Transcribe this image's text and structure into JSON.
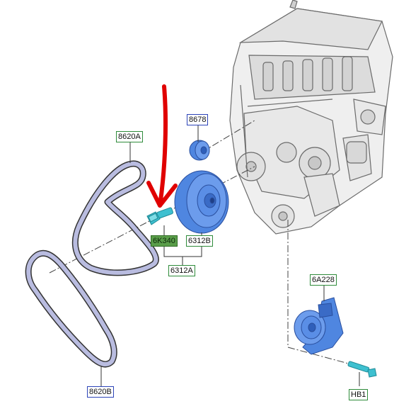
{
  "labels": {
    "belt_a": "8620A",
    "belt_b": "8620B",
    "idler": "8678",
    "bolt": "6K340",
    "damper": "6312B",
    "damper_group": "6312A",
    "tensioner": "6A228",
    "tensioner_bolt": "HB1"
  },
  "colors": {
    "part_blue": "#4f86e0",
    "part_cyan": "#3ec0d0",
    "belt": "#b9bce0",
    "arrow": "#e00000",
    "label_green": "#2e8b3a",
    "label_blue": "#2c44b8",
    "highlight_green": "#5a9e4a"
  },
  "icons": {
    "engine": "engine-block-illustration",
    "arrow": "red-pointer-arrow"
  }
}
